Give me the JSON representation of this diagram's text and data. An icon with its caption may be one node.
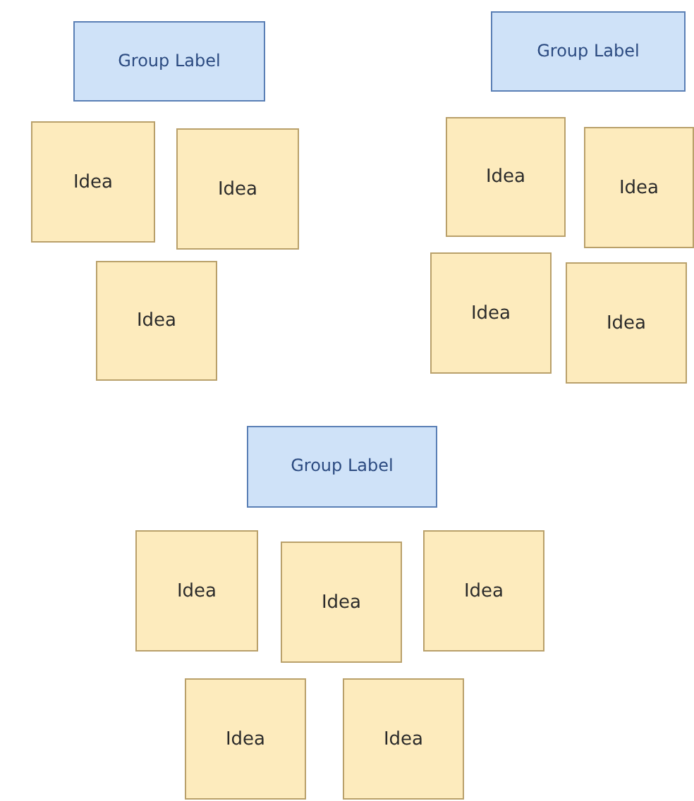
{
  "diagram": {
    "nodes": [
      {
        "text": [
          "Group Label"
        ]
      },
      {
        "text": [
          "Idea"
        ]
      },
      {
        "text": [
          "Idea"
        ]
      },
      {
        "text": [
          "Idea"
        ]
      },
      {
        "text": [
          "Group Label"
        ]
      },
      {
        "text": [
          "Idea"
        ]
      },
      {
        "text": [
          "Idea"
        ]
      },
      {
        "text": [
          "Idea"
        ]
      },
      {
        "text": [
          "Idea"
        ]
      },
      {
        "text": [
          "Group Label"
        ]
      },
      {
        "text": [
          "Idea"
        ]
      },
      {
        "text": [
          "Idea"
        ]
      },
      {
        "text": [
          "Idea"
        ]
      },
      {
        "text": [
          "Idea"
        ]
      },
      {
        "text": [
          "Idea"
        ]
      }
    ]
  }
}
